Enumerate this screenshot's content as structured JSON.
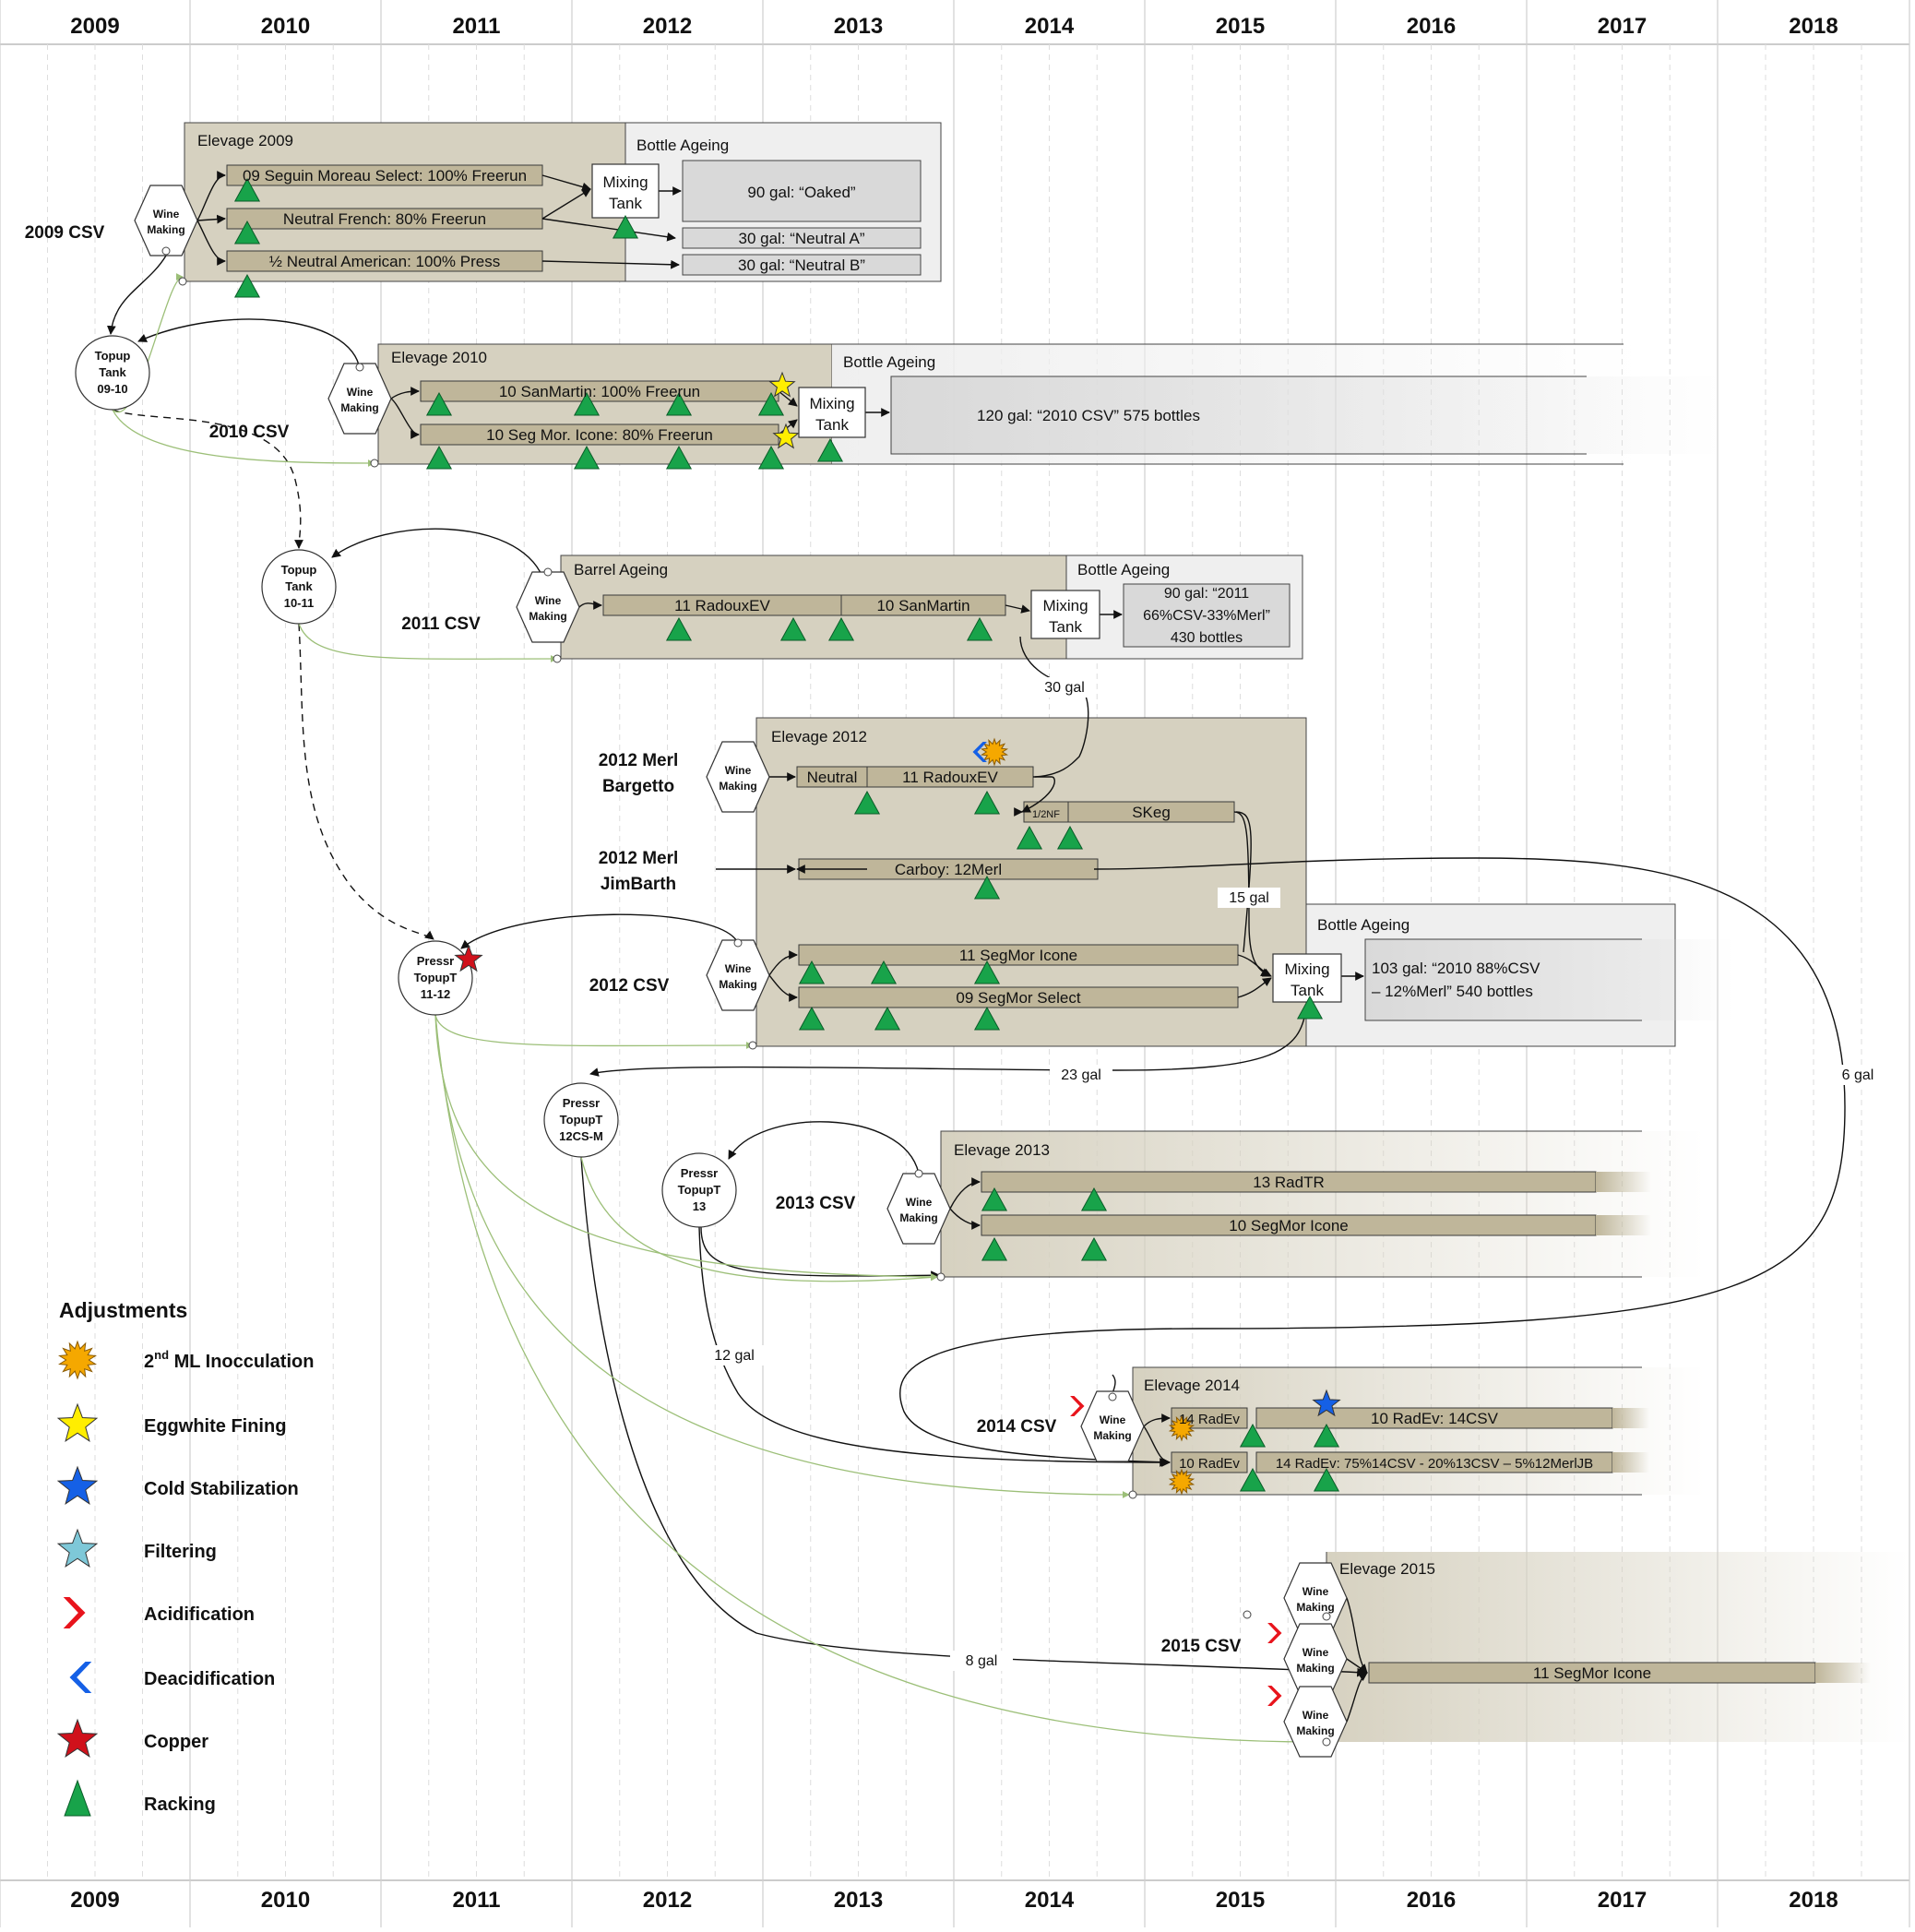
{
  "years": [
    "2009",
    "2010",
    "2011",
    "2012",
    "2013",
    "2014",
    "2015",
    "2016",
    "2017",
    "2018"
  ],
  "vintages": {
    "v2009": "2009 CSV",
    "v2010": "2010 CSV",
    "v2011": "2011 CSV",
    "v2012merl_a": "2012 Merl",
    "v2012merl_b": "Bargetto",
    "v2012merl2_a": "2012 Merl",
    "v2012merl2_b": "JimBarth",
    "v2012": "2012 CSV",
    "v2013": "2013 CSV",
    "v2014": "2014 CSV",
    "v2015": "2015 CSV"
  },
  "stages": {
    "elevage2009": "Elevage 2009",
    "bottle2009": "Bottle Ageing",
    "elevage2010": "Elevage 2010",
    "bottle2010": "Bottle Ageing",
    "barrel2011": "Barrel Ageing",
    "bottle2011": "Bottle Ageing",
    "elevage2012": "Elevage 2012",
    "bottle2012": "Bottle Ageing",
    "elevage2013": "Elevage 2013",
    "elevage2014": "Elevage 2014",
    "elevage2015": "Elevage 2015"
  },
  "barrels": {
    "b09a": "09 Seguin Moreau Select: 100% Freerun",
    "b09b": "Neutral French: 80% Freerun",
    "b09c": "½ Neutral American: 100% Press",
    "b10a": "10 SanMartin: 100% Freerun",
    "b10b": "10 Seg Mor. Icone: 80% Freerun",
    "b11a": "11 RadouxEV",
    "b11b": "10 SanMartin",
    "b12a": "Neutral",
    "b12b": "11 RadouxEV",
    "b12c": "1/2NF",
    "b12d": "SKeg",
    "b12e": "Carboy: 12Merl",
    "b12f": "11 SegMor Icone",
    "b12g": "09 SegMor Select",
    "b13a": "13 RadTR",
    "b13b": "10 SegMor Icone",
    "b14a": "14 RadEv",
    "b14b": "10 RadEv: 14CSV",
    "b14c": "10 RadEv",
    "b14d": "14 RadEv: 75%14CSV - 20%13CSV – 5%12MerlJB",
    "b15a": "11 SegMor Icone"
  },
  "outputs": {
    "o09a": "90 gal: “Oaked”",
    "o09b": "30 gal: “Neutral A”",
    "o09c": "30 gal: “Neutral B”",
    "o10": "120 gal: “2010 CSV” 575 bottles",
    "o11_1": "90 gal: “2011",
    "o11_2": "66%CSV-33%Merl”",
    "o11_3": "430 bottles",
    "o12_1": "103 gal: “2010 88%CSV",
    "o12_2": "– 12%Merl” 540 bottles"
  },
  "mixing": {
    "l1": "Mixing",
    "l2": "Tank"
  },
  "winemaking": {
    "l1": "Wine",
    "l2": "Making"
  },
  "topups": {
    "t1": [
      "Topup",
      "Tank",
      "09-10"
    ],
    "t2": [
      "Topup",
      "Tank",
      "10-11"
    ],
    "t3": [
      "Pressr",
      "TopupT",
      "11-12"
    ],
    "t4": [
      "Pressr",
      "TopupT",
      "12CS-M"
    ],
    "t5": [
      "Pressr",
      "TopupT",
      "13"
    ]
  },
  "transfers": {
    "g30": "30 gal",
    "g15": "15 gal",
    "g23": "23 gal",
    "g6": "6 gal",
    "g12": "12 gal",
    "g8": "8 gal"
  },
  "legend": {
    "title": "Adjustments",
    "ml_main": "2",
    "ml_sup": "nd",
    "ml_rest": " ML Inocculation",
    "items": [
      "Eggwhite Fining",
      "Cold Stabilization",
      "Filtering",
      "Acidification",
      "Deacidification",
      "Copper",
      "Racking"
    ]
  },
  "colors": {
    "elevage": "#d6d1c0",
    "barrel": "#bfb69a",
    "bottle": "#efefef",
    "output": "#d9d9d9",
    "racking": "#18a34a",
    "eggwhite": "#ffee00",
    "coldstab": "#1560e6",
    "filtering": "#7ec8d8",
    "acid": "#e8141c",
    "copper": "#d0111b",
    "ml": "#f5a800",
    "transfer_green": "#9cbf78"
  }
}
